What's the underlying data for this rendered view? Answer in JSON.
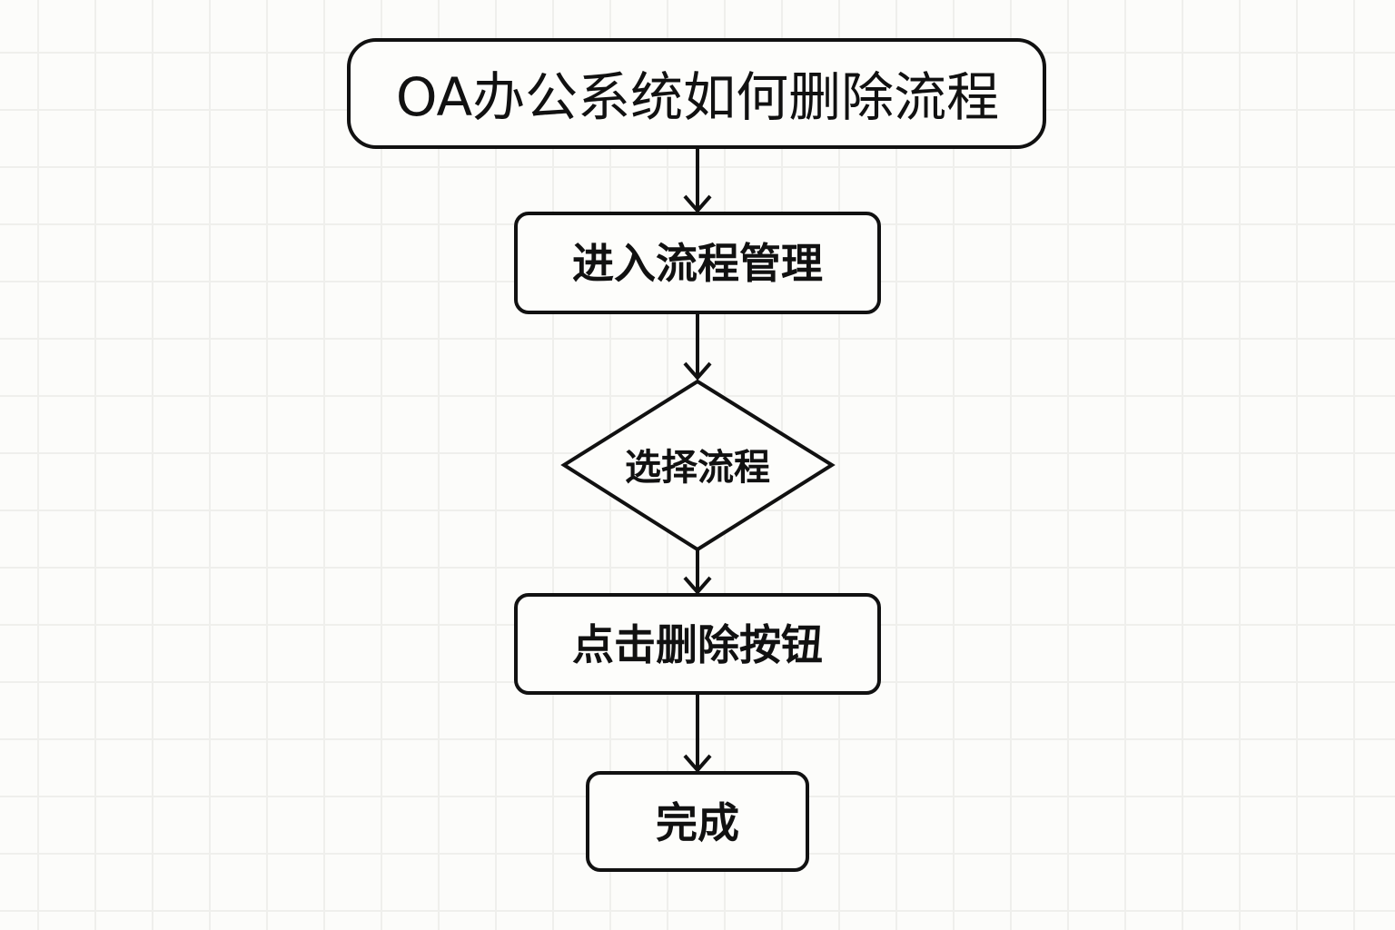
{
  "flowchart": {
    "title": "OA办公系统如何删除流程",
    "steps": [
      "进入流程管理",
      "选择流程",
      "点击删除按钮",
      "完成"
    ]
  }
}
